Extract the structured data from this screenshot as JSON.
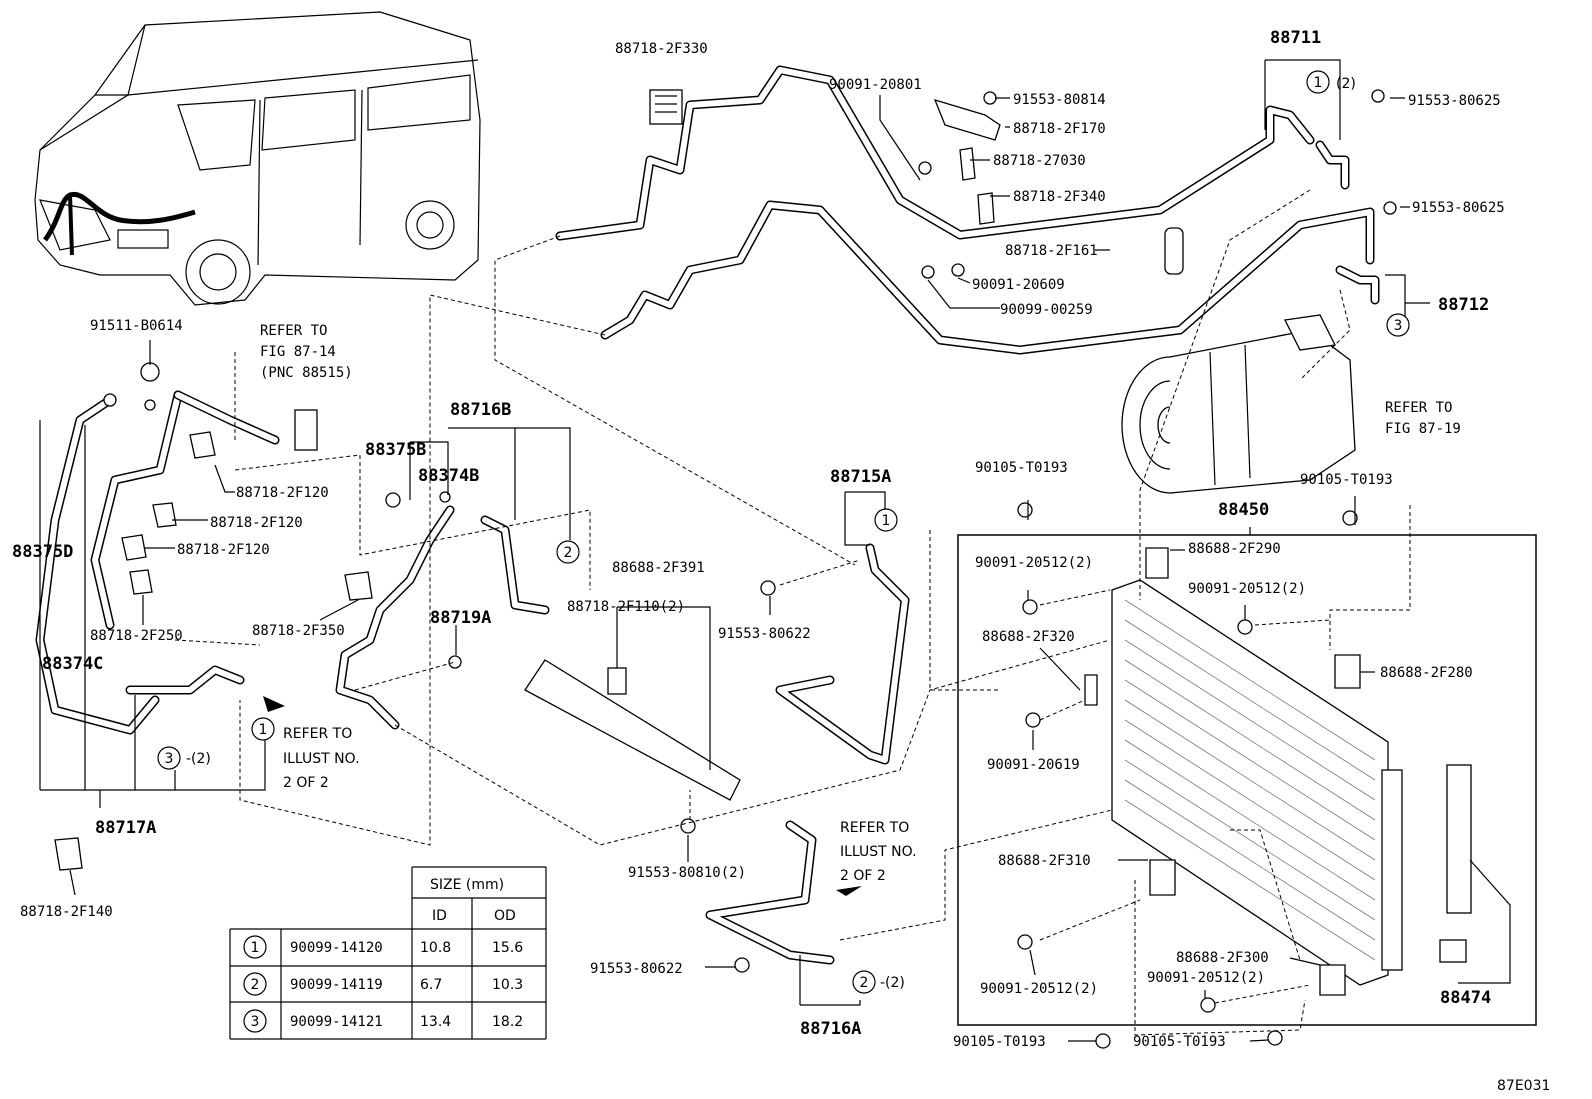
{
  "diagram": {
    "figure_code": "87E031",
    "refer_fig_87_14": [
      "REFER TO",
      "FIG 87-14",
      "(PNC 88515)"
    ],
    "refer_fig_87_19": [
      "REFER TO",
      "FIG 87-19"
    ],
    "refer_illust_left": [
      "REFER TO",
      "ILLUST NO.",
      "2 OF 2"
    ],
    "refer_illust_bottom": [
      "REFER TO",
      "ILLUST NO.",
      "2 OF 2"
    ],
    "part_labels": {
      "p88711": "88711",
      "p88712": "88712",
      "p88450": "88450",
      "p88474": "88474",
      "p88716B": "88716B",
      "p88716A": "88716A",
      "p88717A": "88717A",
      "p88715A": "88715A",
      "p88375B": "88375B",
      "p88374B": "88374B",
      "p88375D": "88375D",
      "p88374C": "88374C",
      "p88719A": "88719A",
      "p88718_2F330": "88718-2F330",
      "p90091_20801": "90091-20801",
      "p91553_80814": "91553-80814",
      "p88718_2F170": "88718-2F170",
      "p88718_27030": "88718-27030",
      "p88718_2F340": "88718-2F340",
      "p88718_2F161": "88718-2F161",
      "p90091_20609": "90091-20609",
      "p90099_00259": "90099-00259",
      "p91553_80625_a": "91553-80625",
      "p91553_80625_b": "91553-80625",
      "p91511_B0614": "91511-B0614",
      "p88718_2F120_a": "88718-2F120",
      "p88718_2F120_b": "88718-2F120",
      "p88718_2F120_c": "88718-2F120",
      "p88718_2F250": "88718-2F250",
      "p88718_2F350": "88718-2F350",
      "p88688_2F391": "88688-2F391",
      "p88718_2F110": "88718-2F110(2)",
      "p91553_80622_a": "91553-80622",
      "p91553_80622_b": "91553-80622",
      "p91553_80810": "91553-80810(2)",
      "p90105_T0193_a": "90105-T0193",
      "p90105_T0193_b": "90105-T0193",
      "p90105_T0193_c": "90105-T0193",
      "p90105_T0193_d": "90105-T0193",
      "p88688_2F290": "88688-2F290",
      "p90091_20512_a": "90091-20512(2)",
      "p90091_20512_b": "90091-20512(2)",
      "p90091_20512_c": "90091-20512(2)",
      "p90091_20512_d": "90091-20512(2)",
      "p88688_2F320": "88688-2F320",
      "p88688_2F280": "88688-2F280",
      "p90091_20619": "90091-20619",
      "p88688_2F310": "88688-2F310",
      "p88688_2F300": "88688-2F300",
      "p88718_2F140": "88718-2F140"
    },
    "circle_refs": {
      "c1_88711": "1",
      "c1_88711_qty": "(2)",
      "c3_88712": "3",
      "c2_88716B": "2",
      "c1_88715A": "1",
      "c1_88717A": "1",
      "c3_88717A": "3",
      "c3_88717A_qty": "-(2)",
      "c2_88716A": "2",
      "c2_88716A_qty": "-(2)"
    }
  },
  "size_table": {
    "header": "SIZE (mm)",
    "columns": [
      "ID",
      "OD"
    ],
    "rows": [
      {
        "ref": "1",
        "part": "90099-14120",
        "id": "10.8",
        "od": "15.6"
      },
      {
        "ref": "2",
        "part": "90099-14119",
        "id": "6.7",
        "od": "10.3"
      },
      {
        "ref": "3",
        "part": "90099-14121",
        "id": "13.4",
        "od": "18.2"
      }
    ]
  }
}
